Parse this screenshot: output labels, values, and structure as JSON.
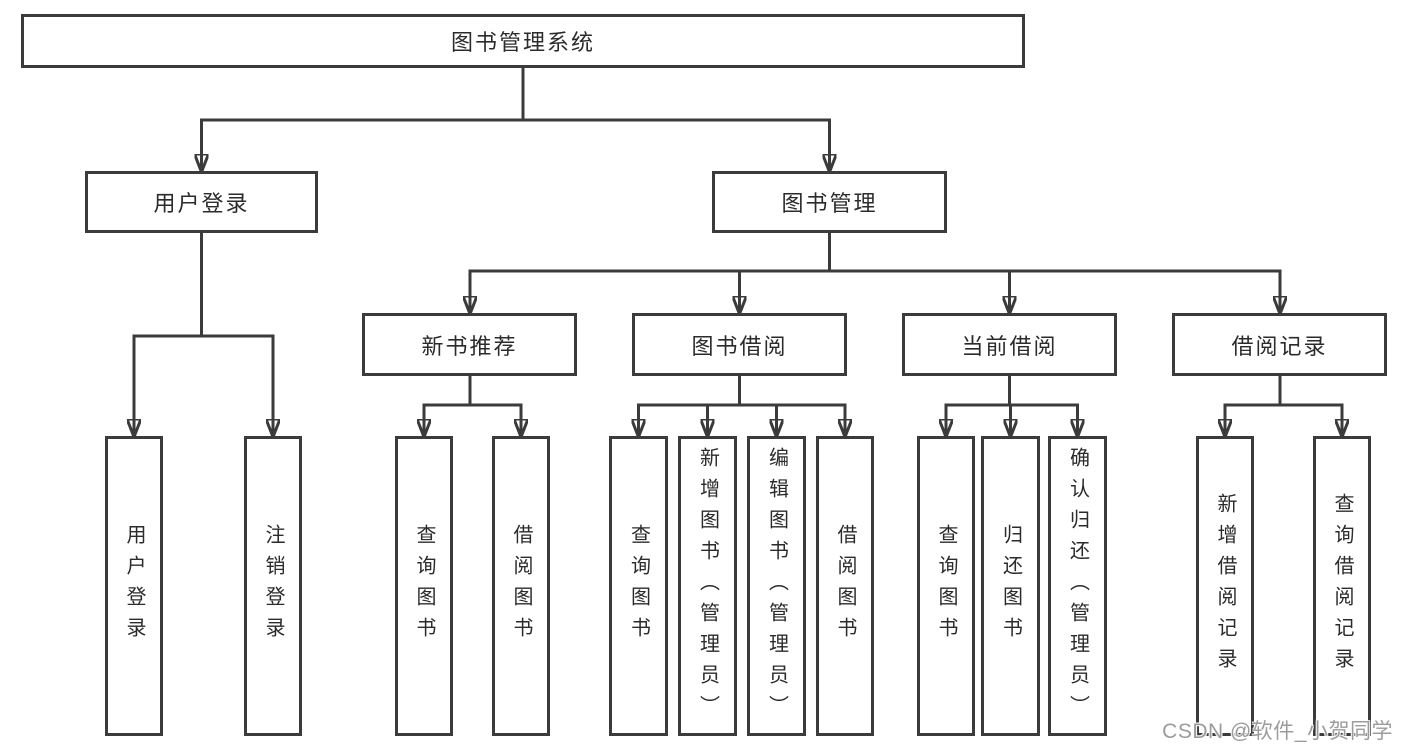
{
  "tree": {
    "root": {
      "label": "图书管理系统"
    },
    "level2": {
      "user_login": {
        "label": "用户登录"
      },
      "book_management": {
        "label": "图书管理"
      }
    },
    "level3": {
      "new_book_recommend": {
        "label": "新书推荐"
      },
      "book_borrow": {
        "label": "图书借阅"
      },
      "current_borrow": {
        "label": "当前借阅"
      },
      "borrow_records": {
        "label": "借阅记录"
      }
    },
    "level4": {
      "user_login_children": [
        "用户登录",
        "注销登录"
      ],
      "new_book_recommend_children": [
        "查询图书",
        "借阅图书"
      ],
      "book_borrow_children": [
        "查询图书",
        "新增图书（管理员）",
        "编辑图书（管理员）",
        "借阅图书"
      ],
      "current_borrow_children": [
        "查询图书",
        "归还图书",
        "确认归还（管理员）"
      ],
      "borrow_records_children": [
        "新增借阅记录",
        "查询借阅记录"
      ]
    }
  },
  "watermark": "CSDN @软件_小贺同学",
  "colors": {
    "line": "#3b3b3b",
    "text": "#2b2b2b",
    "watermark": "#9c9c9c",
    "background": "#ffffff"
  }
}
